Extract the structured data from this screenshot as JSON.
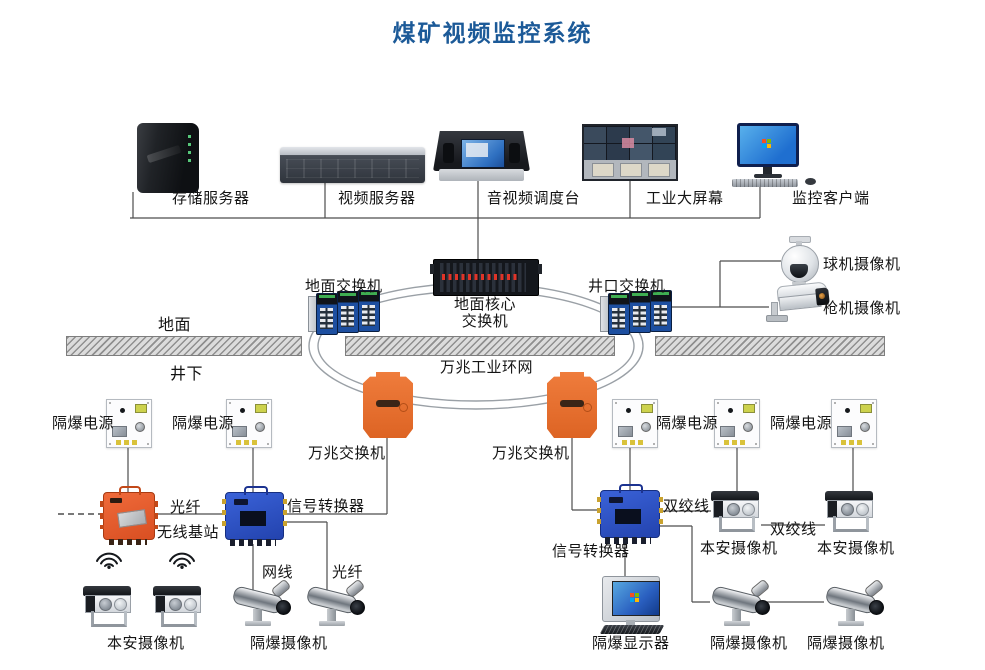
{
  "title": "煤矿视频监控系统",
  "colors": {
    "title": "#1c5a98",
    "label": "#141414",
    "line": "#4d4d4d",
    "ring": "#9aa0a6",
    "orange_device": "#e8702f",
    "blue_device": "#2d51b8",
    "red_orange_device": "#e0532f",
    "switch_panel_blue": "#1d4fa0"
  },
  "labels": {
    "storage_server": "存储服务器",
    "video_server": "视频服务器",
    "av_dispatch_console": "音视频调度台",
    "industrial_big_screen": "工业大屏幕",
    "monitor_client": "监控客户端",
    "ground_switch": "地面交换机",
    "core_switch_line1": "地面核心",
    "core_switch_line2": "交换机",
    "wellhead_switch": "井口交换机",
    "surface": "地面",
    "underground": "井下",
    "ring_network": "万兆工业环网",
    "ten_gig_switch": "万兆交换机",
    "dome_camera": "球机摄像机",
    "bullet_camera": "枪机摄像机",
    "flameproof_power": "隔爆电源",
    "fiber": "光纤",
    "wireless_base_station": "无线基站",
    "signal_converter": "信号转换器",
    "network_cable": "网线",
    "twisted_pair": "双绞线",
    "intrinsically_safe_camera": "本安摄像机",
    "flameproof_camera": "隔爆摄像机",
    "flameproof_display": "隔爆显示器"
  }
}
